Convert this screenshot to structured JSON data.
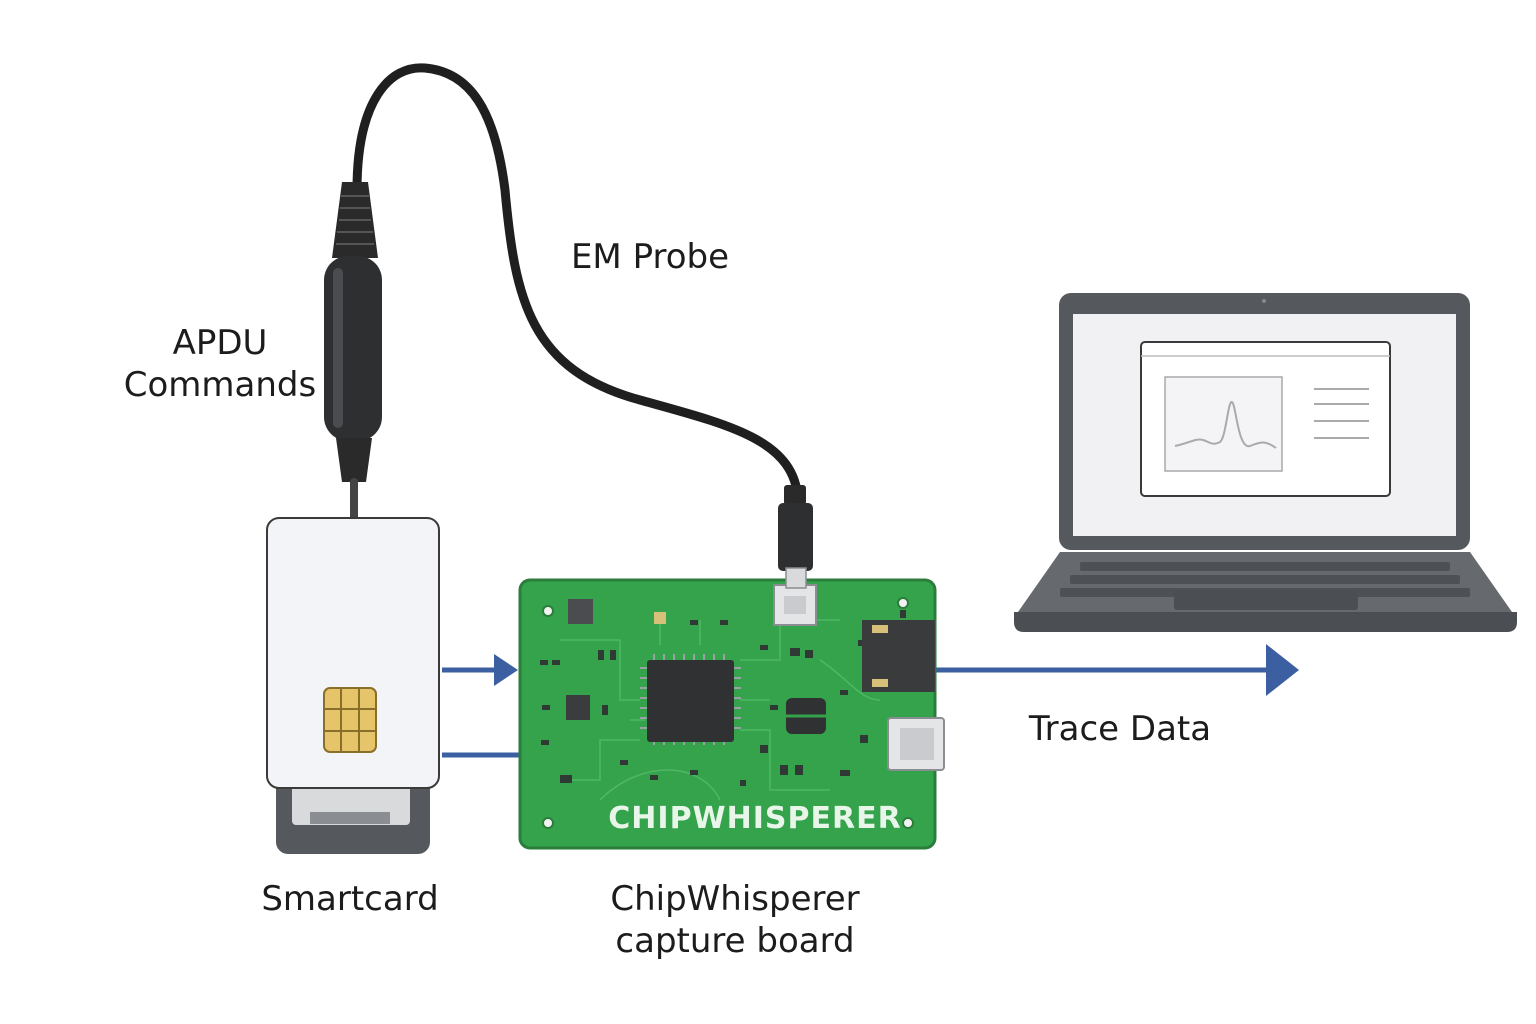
{
  "labels": {
    "em_probe": "EM Probe",
    "apdu_line1": "APDU",
    "apdu_line2": "Commands",
    "smartcard": "Smartcard",
    "board_line1": "ChipWhisperer",
    "board_line2": "capture board",
    "trace_data": "Trace Data"
  },
  "board": {
    "silkscreen": "CHIPWHISPERER"
  },
  "colors": {
    "pcb": "#35a24c",
    "pcb_edge": "#2a7d3a",
    "arrow": "#3b5fa0",
    "cable": "#1f1f1f",
    "laptop": "#55585c",
    "screen": "#f1f1f3",
    "card": "#f3f4f7",
    "chip_gold": "#e6c56a"
  },
  "icons": [
    "em-probe-icon",
    "smartcard-icon",
    "sim-chip-icon",
    "pcb-board-icon",
    "laptop-icon",
    "waveform-icon"
  ]
}
